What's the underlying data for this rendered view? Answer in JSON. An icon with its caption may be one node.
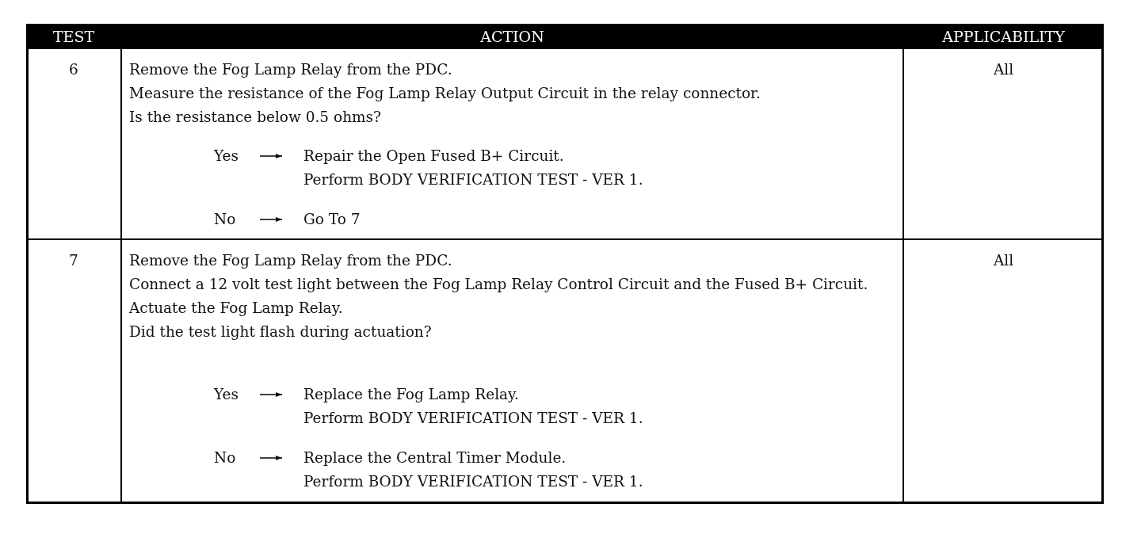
{
  "diagram": {
    "nodes": [
      {
        "text": [
          "Yes"
        ]
      },
      {
        "text": [
          "Repair the Open Fused B+ Circuit.",
          "Perform BODY VERIFICATION TEST - VER 1."
        ]
      },
      {
        "text": [
          "No"
        ]
      },
      {
        "text": [
          "Go To 7"
        ]
      },
      {
        "text": [
          "Yes"
        ]
      },
      {
        "text": [
          "Replace the Fog Lamp Relay.",
          "Perform BODY VERIFICATION TEST - VER 1."
        ]
      },
      {
        "text": [
          "No"
        ]
      },
      {
        "text": [
          "Replace the Central Timer Module.",
          "Perform BODY VERIFICATION TEST - VER 1."
        ]
      }
    ],
    "edges": [
      {
        "from": 0,
        "to": 1,
        "arrow": "to"
      },
      {
        "from": 2,
        "to": 3,
        "arrow": "to"
      },
      {
        "from": 4,
        "to": 5,
        "arrow": "to"
      },
      {
        "from": 6,
        "to": 7,
        "arrow": "to"
      }
    ],
    "labels": [
      "TEST",
      "ACTION",
      "APPLICABILITY",
      "6",
      "Remove the Fog Lamp Relay from the PDC.",
      "Measure the resistance of the Fog Lamp Relay Output Circuit in the relay connector.",
      "Is the resistance below 0.5 ohms?",
      "All",
      "7",
      "Remove the Fog Lamp Relay from the PDC.",
      "Connect a 12 volt test light between the Fog Lamp Relay Control Circuit and the Fused B+ Circuit.",
      "Actuate the Fog Lamp Relay.",
      "Did the test light flash during actuation?",
      "All"
    ]
  }
}
